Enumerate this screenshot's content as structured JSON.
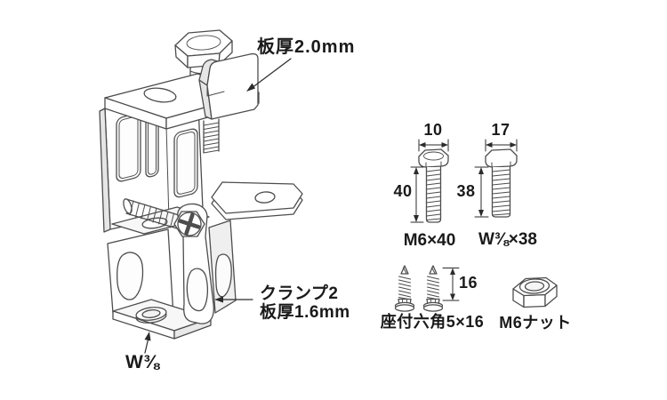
{
  "figure": {
    "type": "technical-diagram"
  },
  "labels": {
    "plate_thickness_top": "板厚2.0mm",
    "clamp2_name": "クランプ2",
    "clamp2_thickness": "板厚1.6mm",
    "base_thread": "W⅜"
  },
  "parts": {
    "bolt_m6": {
      "head_width": "10",
      "shaft_length": "40",
      "label": "M6×40"
    },
    "bolt_w38": {
      "head_width": "17",
      "shaft_length": "38",
      "label": "W⅜×38"
    },
    "tapping_screw": {
      "shaft_length": "16",
      "label": "座付六角5×16"
    },
    "nut": {
      "label": "M6ナット"
    }
  },
  "colors": {
    "line": "#4d4d4d",
    "text": "#1a1a1a",
    "background": "#ffffff"
  }
}
